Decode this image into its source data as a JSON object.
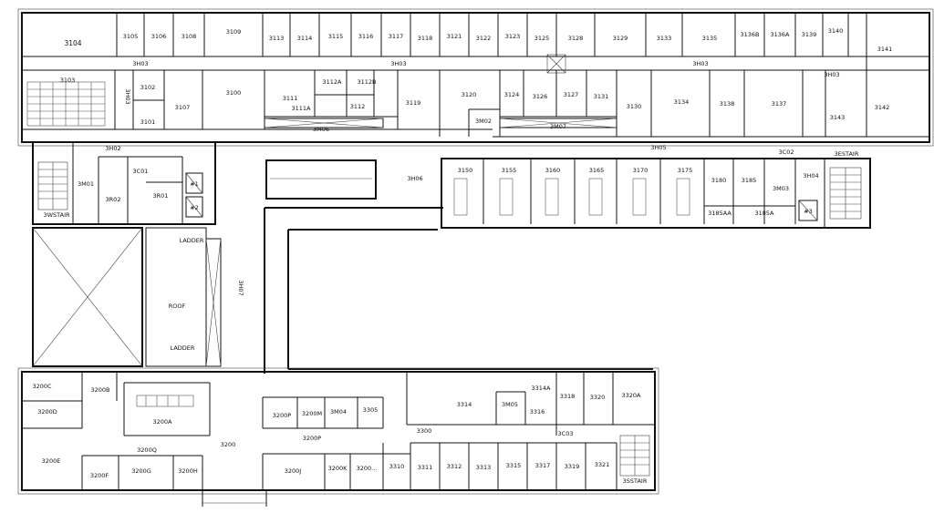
{
  "rooms": [
    {
      "id": "r3104",
      "label": "3104"
    },
    {
      "id": "r3105",
      "label": "3105"
    },
    {
      "id": "r3106",
      "label": "3106"
    },
    {
      "id": "r3108",
      "label": "3108"
    },
    {
      "id": "r3109",
      "label": "3109"
    },
    {
      "id": "r3113",
      "label": "3113"
    },
    {
      "id": "r3114",
      "label": "3114"
    },
    {
      "id": "r3115",
      "label": "3115"
    },
    {
      "id": "r3116",
      "label": "3116"
    },
    {
      "id": "r3117",
      "label": "3117"
    },
    {
      "id": "r3118",
      "label": "3118"
    },
    {
      "id": "r3121",
      "label": "3121"
    },
    {
      "id": "r3122",
      "label": "3122"
    },
    {
      "id": "r3123",
      "label": "3123"
    },
    {
      "id": "r3125",
      "label": "3125"
    },
    {
      "id": "r3128",
      "label": "3128"
    },
    {
      "id": "r3129",
      "label": "3129"
    },
    {
      "id": "r3133",
      "label": "3133"
    },
    {
      "id": "r3135",
      "label": "3135"
    },
    {
      "id": "r3136b",
      "label": "3136B"
    },
    {
      "id": "r3136a",
      "label": "3136A"
    },
    {
      "id": "r3139",
      "label": "3139"
    },
    {
      "id": "r3140",
      "label": "3140"
    },
    {
      "id": "r3141",
      "label": "3141"
    },
    {
      "id": "r3103",
      "label": "3103"
    },
    {
      "id": "h3h03a",
      "label": "3H03"
    },
    {
      "id": "h3h03b",
      "label": "3H03"
    },
    {
      "id": "h3h03c",
      "label": "3H03"
    },
    {
      "id": "h3h03d",
      "label": "3H03"
    },
    {
      "id": "h3h03v",
      "label": "3H03"
    },
    {
      "id": "r3102",
      "label": "3102"
    },
    {
      "id": "r3101",
      "label": "3101"
    },
    {
      "id": "r3107",
      "label": "3107"
    },
    {
      "id": "r3100",
      "label": "3100"
    },
    {
      "id": "r3111",
      "label": "3111"
    },
    {
      "id": "r3111a",
      "label": "3111A"
    },
    {
      "id": "r3112a",
      "label": "3112A"
    },
    {
      "id": "r3112b",
      "label": "3112B"
    },
    {
      "id": "r3112",
      "label": "3112"
    },
    {
      "id": "r3119",
      "label": "3119"
    },
    {
      "id": "r3120",
      "label": "3120"
    },
    {
      "id": "r3m02",
      "label": "3M02"
    },
    {
      "id": "r3124",
      "label": "3124"
    },
    {
      "id": "r3126",
      "label": "3126"
    },
    {
      "id": "r3127",
      "label": "3127"
    },
    {
      "id": "r3131",
      "label": "3131"
    },
    {
      "id": "r3130",
      "label": "3130"
    },
    {
      "id": "r3134",
      "label": "3134"
    },
    {
      "id": "r3138",
      "label": "3138"
    },
    {
      "id": "r3137",
      "label": "3137"
    },
    {
      "id": "r3143",
      "label": "3143"
    },
    {
      "id": "r3142",
      "label": "3142"
    },
    {
      "id": "r3m06",
      "label": "3M06"
    },
    {
      "id": "r3m07",
      "label": "3M07"
    },
    {
      "id": "h3h02",
      "label": "3H02"
    },
    {
      "id": "h3h05",
      "label": "3H05"
    },
    {
      "id": "r3c02",
      "label": "3C02"
    },
    {
      "id": "r3estair",
      "label": "3ESTAIR"
    },
    {
      "id": "r3c01",
      "label": "3C01"
    },
    {
      "id": "r3m01",
      "label": "3M01"
    },
    {
      "id": "r3r02",
      "label": "3R02"
    },
    {
      "id": "r3r01",
      "label": "3R01"
    },
    {
      "id": "r3wstair",
      "label": "3WSTAIR"
    },
    {
      "id": "e1",
      "label": "#1"
    },
    {
      "id": "e2",
      "label": "#2"
    },
    {
      "id": "e3",
      "label": "#3"
    },
    {
      "id": "h3h06",
      "label": "3H06"
    },
    {
      "id": "r3150",
      "label": "3150"
    },
    {
      "id": "r3155",
      "label": "3155"
    },
    {
      "id": "r3160",
      "label": "3160"
    },
    {
      "id": "r3165",
      "label": "3165"
    },
    {
      "id": "r3170",
      "label": "3170"
    },
    {
      "id": "r3175",
      "label": "3175"
    },
    {
      "id": "r3180",
      "label": "3180"
    },
    {
      "id": "r3185",
      "label": "3185"
    },
    {
      "id": "r3185aa",
      "label": "3185AA"
    },
    {
      "id": "r3185a",
      "label": "3185A"
    },
    {
      "id": "r3m03",
      "label": "3M03"
    },
    {
      "id": "h3h04",
      "label": "3H04"
    },
    {
      "id": "ladder1",
      "label": "LADDER"
    },
    {
      "id": "roof",
      "label": "ROOF"
    },
    {
      "id": "ladder2",
      "label": "LADDER"
    },
    {
      "id": "h3h07",
      "label": "3H07"
    },
    {
      "id": "r3200c",
      "label": "3200C"
    },
    {
      "id": "r3200b",
      "label": "3200B"
    },
    {
      "id": "r3200d",
      "label": "3200D"
    },
    {
      "id": "r3200a",
      "label": "3200A"
    },
    {
      "id": "r3200q",
      "label": "3200Q"
    },
    {
      "id": "r3200",
      "label": "3200"
    },
    {
      "id": "r3200e",
      "label": "3200E"
    },
    {
      "id": "r3200f",
      "label": "3200F"
    },
    {
      "id": "r3200g",
      "label": "3200G"
    },
    {
      "id": "r3200h",
      "label": "3200H"
    },
    {
      "id": "r3200p1",
      "label": "3200P"
    },
    {
      "id": "r3200m",
      "label": "3200M"
    },
    {
      "id": "r3m04",
      "label": "3M04"
    },
    {
      "id": "r3305",
      "label": "3305"
    },
    {
      "id": "r3200p2",
      "label": "3200P"
    },
    {
      "id": "r3200j",
      "label": "3200J"
    },
    {
      "id": "r3200k",
      "label": "3200K"
    },
    {
      "id": "r3200l",
      "label": "3200..."
    },
    {
      "id": "r3314",
      "label": "3314"
    },
    {
      "id": "r3m05",
      "label": "3M05"
    },
    {
      "id": "r3314a",
      "label": "3314A"
    },
    {
      "id": "r3316",
      "label": "3316"
    },
    {
      "id": "r3318",
      "label": "3318"
    },
    {
      "id": "r3c03",
      "label": "3C03"
    },
    {
      "id": "r3320",
      "label": "3320"
    },
    {
      "id": "r3320a",
      "label": "3320A"
    },
    {
      "id": "r3300",
      "label": "3300"
    },
    {
      "id": "r3310",
      "label": "3310"
    },
    {
      "id": "r3311",
      "label": "3311"
    },
    {
      "id": "r3312",
      "label": "3312"
    },
    {
      "id": "r3313",
      "label": "3313"
    },
    {
      "id": "r3315",
      "label": "3315"
    },
    {
      "id": "r3317",
      "label": "3317"
    },
    {
      "id": "r3319",
      "label": "3319"
    },
    {
      "id": "r3321",
      "label": "3321"
    },
    {
      "id": "r3sstair",
      "label": "3SSTAIR"
    }
  ]
}
